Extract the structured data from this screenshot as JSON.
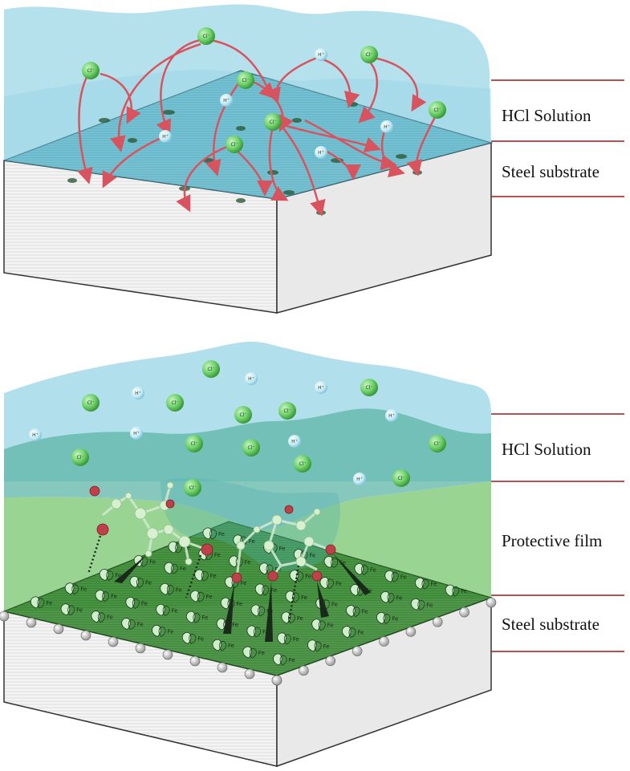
{
  "top_panel": {
    "labels": {
      "solution": "HCl Solution",
      "substrate": "Steel substrate"
    },
    "ions": [
      {
        "text": "Cl⁻",
        "kind": "cl"
      },
      {
        "text": "Cl⁻",
        "kind": "cl"
      },
      {
        "text": "Cl⁻",
        "kind": "cl"
      },
      {
        "text": "Cl⁻",
        "kind": "cl"
      },
      {
        "text": "Cl⁻",
        "kind": "cl"
      },
      {
        "text": "Cl⁻",
        "kind": "cl"
      },
      {
        "text": "Cl⁻",
        "kind": "cl"
      },
      {
        "text": "H⁺",
        "kind": "h"
      },
      {
        "text": "H⁺",
        "kind": "h"
      },
      {
        "text": "H⁺",
        "kind": "h"
      },
      {
        "text": "H⁺",
        "kind": "h"
      },
      {
        "text": "H⁺",
        "kind": "h"
      }
    ]
  },
  "bottom_panel": {
    "labels": {
      "solution": "HCl Solution",
      "film": "Protective film",
      "substrate": "Steel substrate"
    },
    "ions": [
      {
        "text": "Cl⁻",
        "kind": "cl"
      },
      {
        "text": "H⁺",
        "kind": "h"
      },
      {
        "text": "H⁺",
        "kind": "h"
      },
      {
        "text": "Cl⁻",
        "kind": "cl"
      },
      {
        "text": "Cl⁻",
        "kind": "cl"
      },
      {
        "text": "H⁺",
        "kind": "h"
      },
      {
        "text": "Cl⁻",
        "kind": "cl"
      },
      {
        "text": "Cl⁻",
        "kind": "cl"
      },
      {
        "text": "Cl⁻",
        "kind": "cl"
      },
      {
        "text": "H⁺",
        "kind": "h"
      },
      {
        "text": "H⁺",
        "kind": "h"
      },
      {
        "text": "H⁺",
        "kind": "h"
      },
      {
        "text": "Cl⁻",
        "kind": "cl"
      },
      {
        "text": "Cl⁻",
        "kind": "cl"
      },
      {
        "text": "H⁺",
        "kind": "h"
      },
      {
        "text": "Cl⁻",
        "kind": "cl"
      },
      {
        "text": "Cl⁻",
        "kind": "cl"
      },
      {
        "text": "Cl⁻",
        "kind": "cl"
      },
      {
        "text": "H⁺",
        "kind": "h"
      },
      {
        "text": "Cl⁻",
        "kind": "cl"
      },
      {
        "text": "Cl⁻",
        "kind": "cl"
      }
    ],
    "surface_atom": "Fe"
  },
  "colors": {
    "solution": "#a8dcea",
    "solution_dark": "#7fc6dc",
    "film": "#8fcf86",
    "film_dark": "#5fb0a0",
    "surface_top": "#5fb6c8",
    "surface_film_top": "#3f8f3a",
    "block_side": "#f2f2f2",
    "block_edge": "#333333",
    "arrow": "#d9535f",
    "cl_ion": "#6fd16a",
    "h_ion": "#bfe8f4",
    "leader_line": "#a01818",
    "oxygen": "#c0404a"
  }
}
